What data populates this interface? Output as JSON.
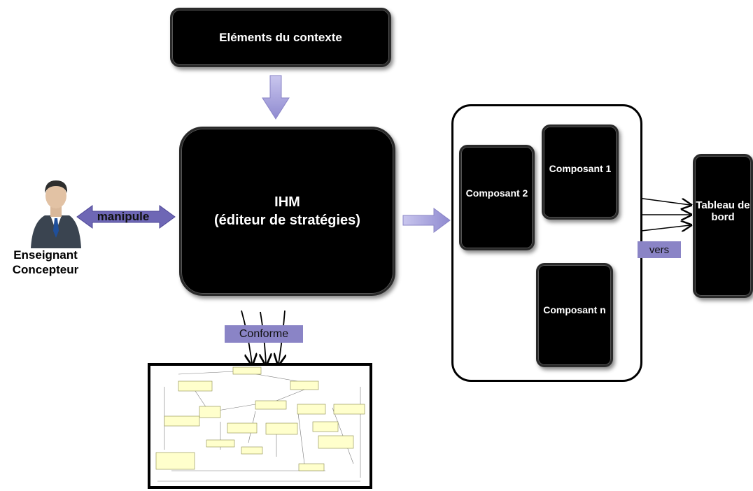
{
  "nodes": {
    "context": "Eléments du contexte",
    "ihm_line1": "IHM",
    "ihm_line2": "(éditeur de stratégies)",
    "comp1": "Composant 1",
    "comp2": "Composant 2",
    "compn": "Composant n",
    "tableau": "Tableau de bord",
    "actor_line1": "Enseignant",
    "actor_line2": "Concepteur"
  },
  "labels": {
    "manipule": "manipule",
    "conforme": "Conforme",
    "vers": "vers"
  },
  "colors": {
    "box_fill": "#000000",
    "arrow_fill": "#a7a3dc",
    "tag_fill": "#8a84c6",
    "uml_class_fill": "#ffffcc"
  },
  "icons": {
    "actor": "person-in-suit-icon"
  }
}
